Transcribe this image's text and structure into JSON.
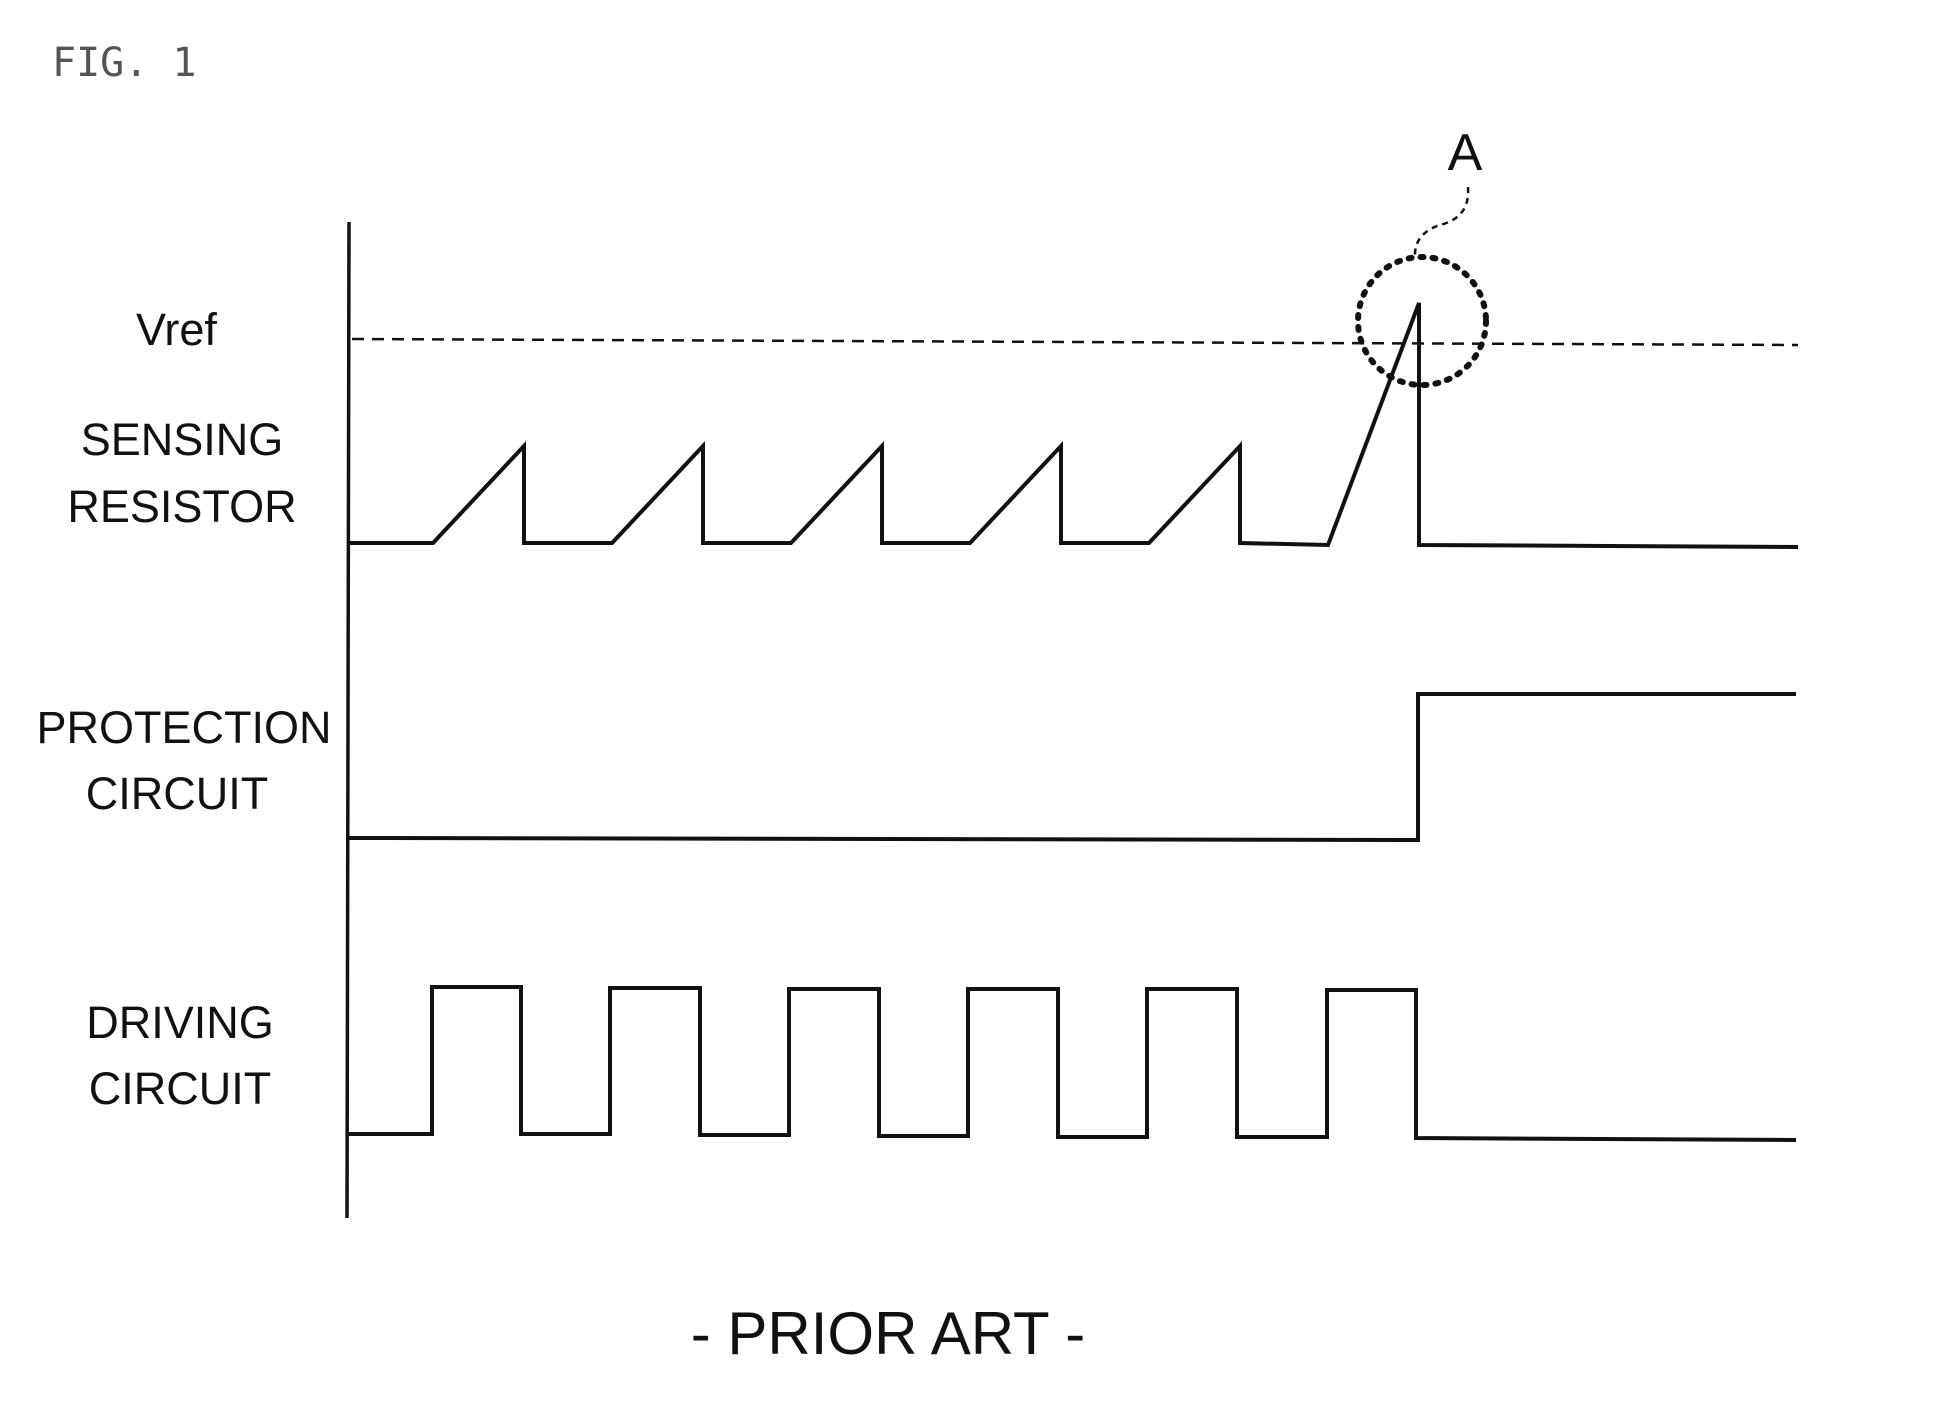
{
  "figure": {
    "number_label": "FIG. 1",
    "caption": "- PRIOR ART -"
  },
  "signals": {
    "vref": {
      "label": "Vref"
    },
    "sensing_resistor": {
      "label_line1": "SENSING",
      "label_line2": "RESISTOR"
    },
    "protection_circuit": {
      "label_line1": "PROTECTION",
      "label_line2": "CIRCUIT"
    },
    "driving_circuit": {
      "label_line1": "DRIVING",
      "label_line2": "CIRCUIT"
    }
  },
  "annotation": {
    "marker": "A"
  },
  "colors": {
    "ink": "#111111",
    "background": "#ffffff",
    "figure_number": "#555555"
  }
}
